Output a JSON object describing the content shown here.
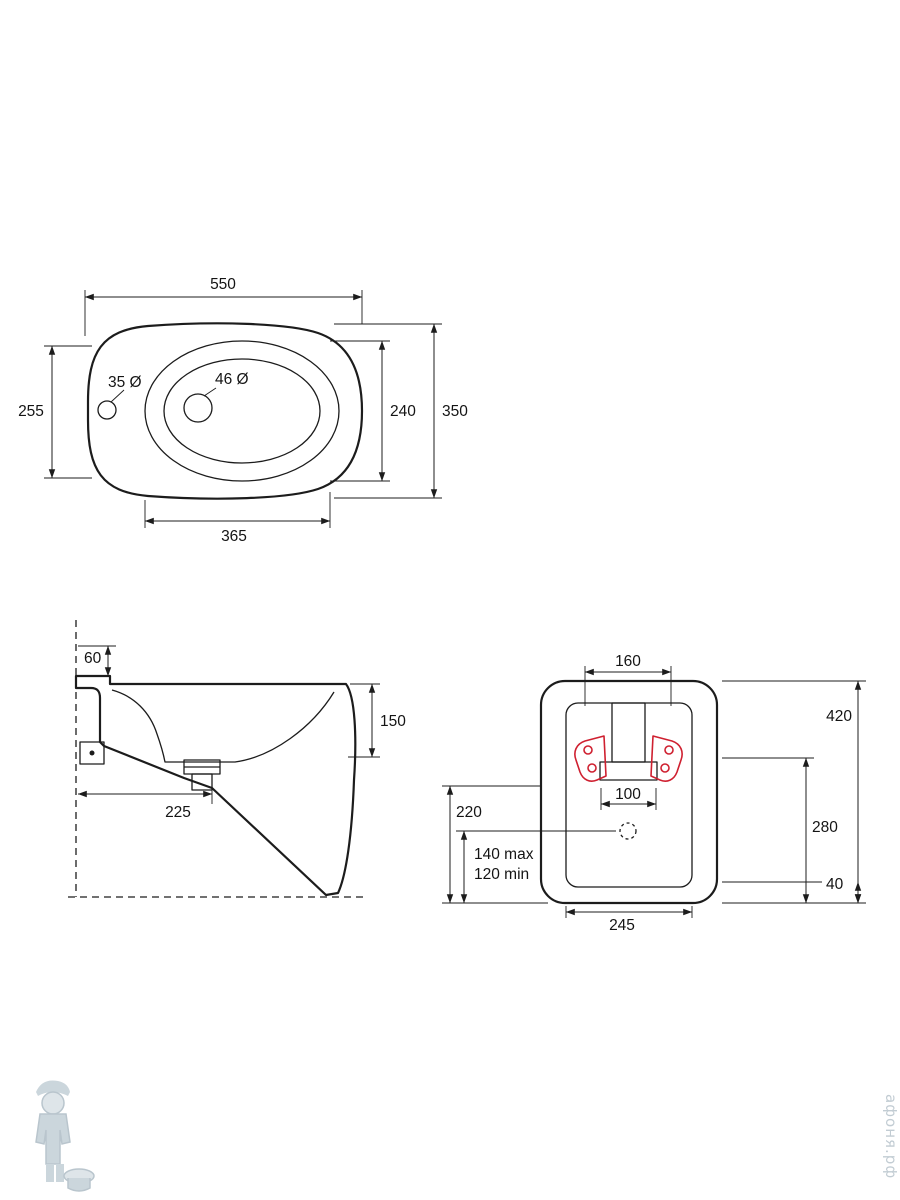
{
  "watermark": {
    "site_text": "афоня.рф"
  },
  "drawing": {
    "colors": {
      "line": "#1c1c1c",
      "accent_red": "#cf2030",
      "watermark": "#c2ccd3"
    },
    "top_view": {
      "overall_width": "550",
      "left_depth": "255",
      "overall_depth": "350",
      "inner_depth": "240",
      "front_width": "365",
      "tap_hole": "35 Ø",
      "drain_hole": "46 Ø"
    },
    "side_view": {
      "wall_offset": "60",
      "rim_depth": "150",
      "drain_from_wall": "225"
    },
    "back_view": {
      "top_width": "160",
      "overall_height": "420",
      "fixing_height": "280",
      "base_lip_height": "40",
      "inlet_height": "220",
      "supply_max": "140 max",
      "supply_min": "120 min",
      "fixing_spacing": "100",
      "base_width": "245"
    }
  }
}
